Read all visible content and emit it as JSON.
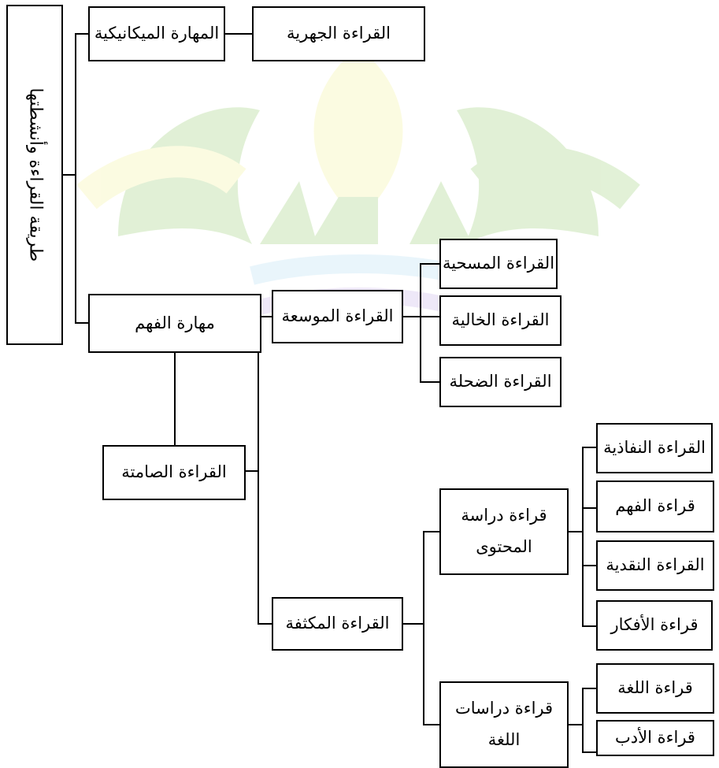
{
  "diagram": {
    "root": "طريقة القراءة وأنشطتها",
    "mechanical_skill": "المهارة الميكانيكية",
    "reading_aloud": "القراءة الجهرية",
    "comprehension_skill": "مهارة الفهم",
    "silent_reading": "القراءة الصامتة",
    "extensive_reading": "القراءة الموسعة",
    "skimming_reading": "القراءة المسحية",
    "empty_reading": "القراءة الخالية",
    "shallow_reading": "القراءة الضحلة",
    "intensive_reading": "القراءة المكثفة",
    "content_study_line1": "قراءة دراسة",
    "content_study_line2": "المحتوى",
    "language_study_line1": "قراءة دراسات",
    "language_study_line2": "اللغة",
    "penetrating_reading": "القراءة النفاذية",
    "comprehension_reading": "قراءة الفهم",
    "critical_reading": "القراءة النقدية",
    "ideas_reading": "قراءة الأفكار",
    "language_reading": "قراءة اللغة",
    "literature_reading": "قراءة الأدب"
  },
  "colors": {
    "watermark_green": "#7cc04a",
    "watermark_yellow": "#f1ee7a",
    "watermark_blue": "#9fd6ee",
    "watermark_purple": "#b79ae0"
  }
}
